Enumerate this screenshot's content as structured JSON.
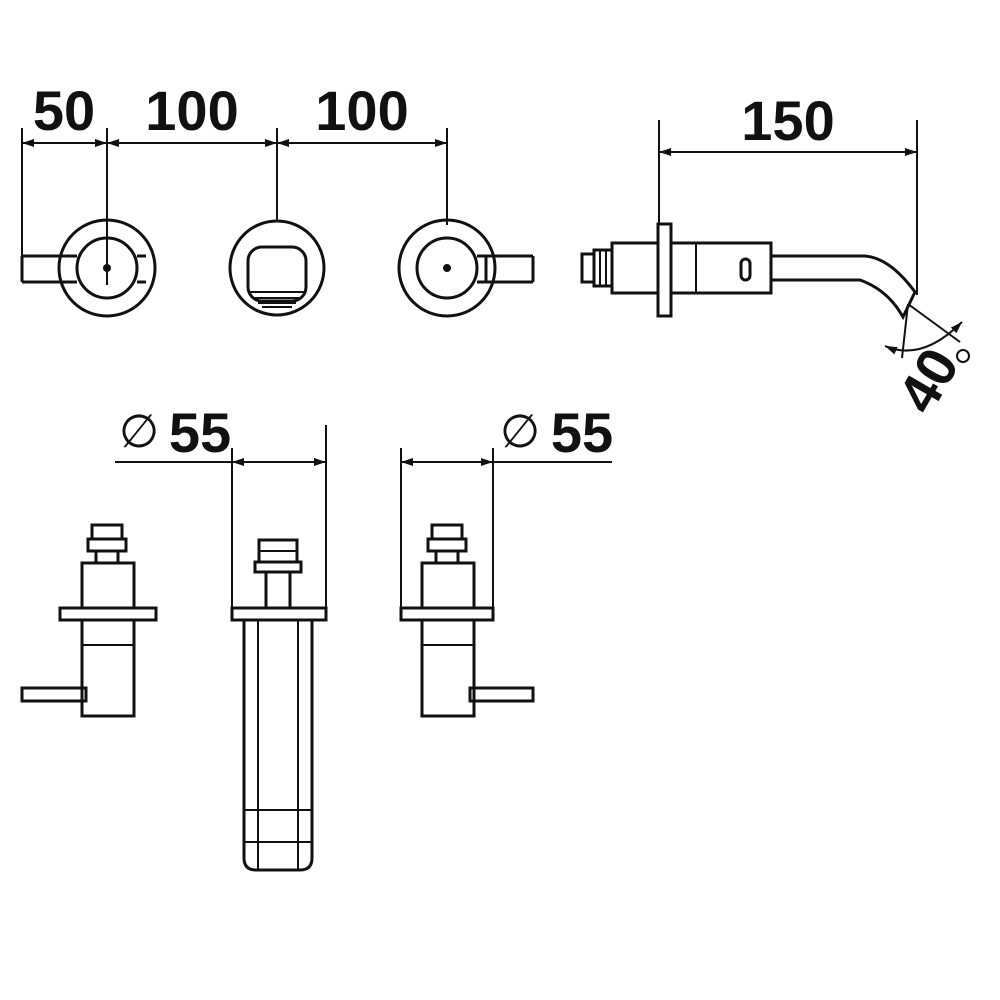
{
  "dimensions": {
    "spacing_left": "50",
    "spacing_middle_1": "100",
    "spacing_middle_2": "100",
    "spout_projection": "150",
    "spout_angle": "40",
    "spout_angle_unit": "°",
    "rosette_diameter_left": "55",
    "rosette_diameter_right": "55",
    "diameter_symbol": "∅"
  },
  "colors": {
    "line": "#111111",
    "background": "#ffffff"
  }
}
